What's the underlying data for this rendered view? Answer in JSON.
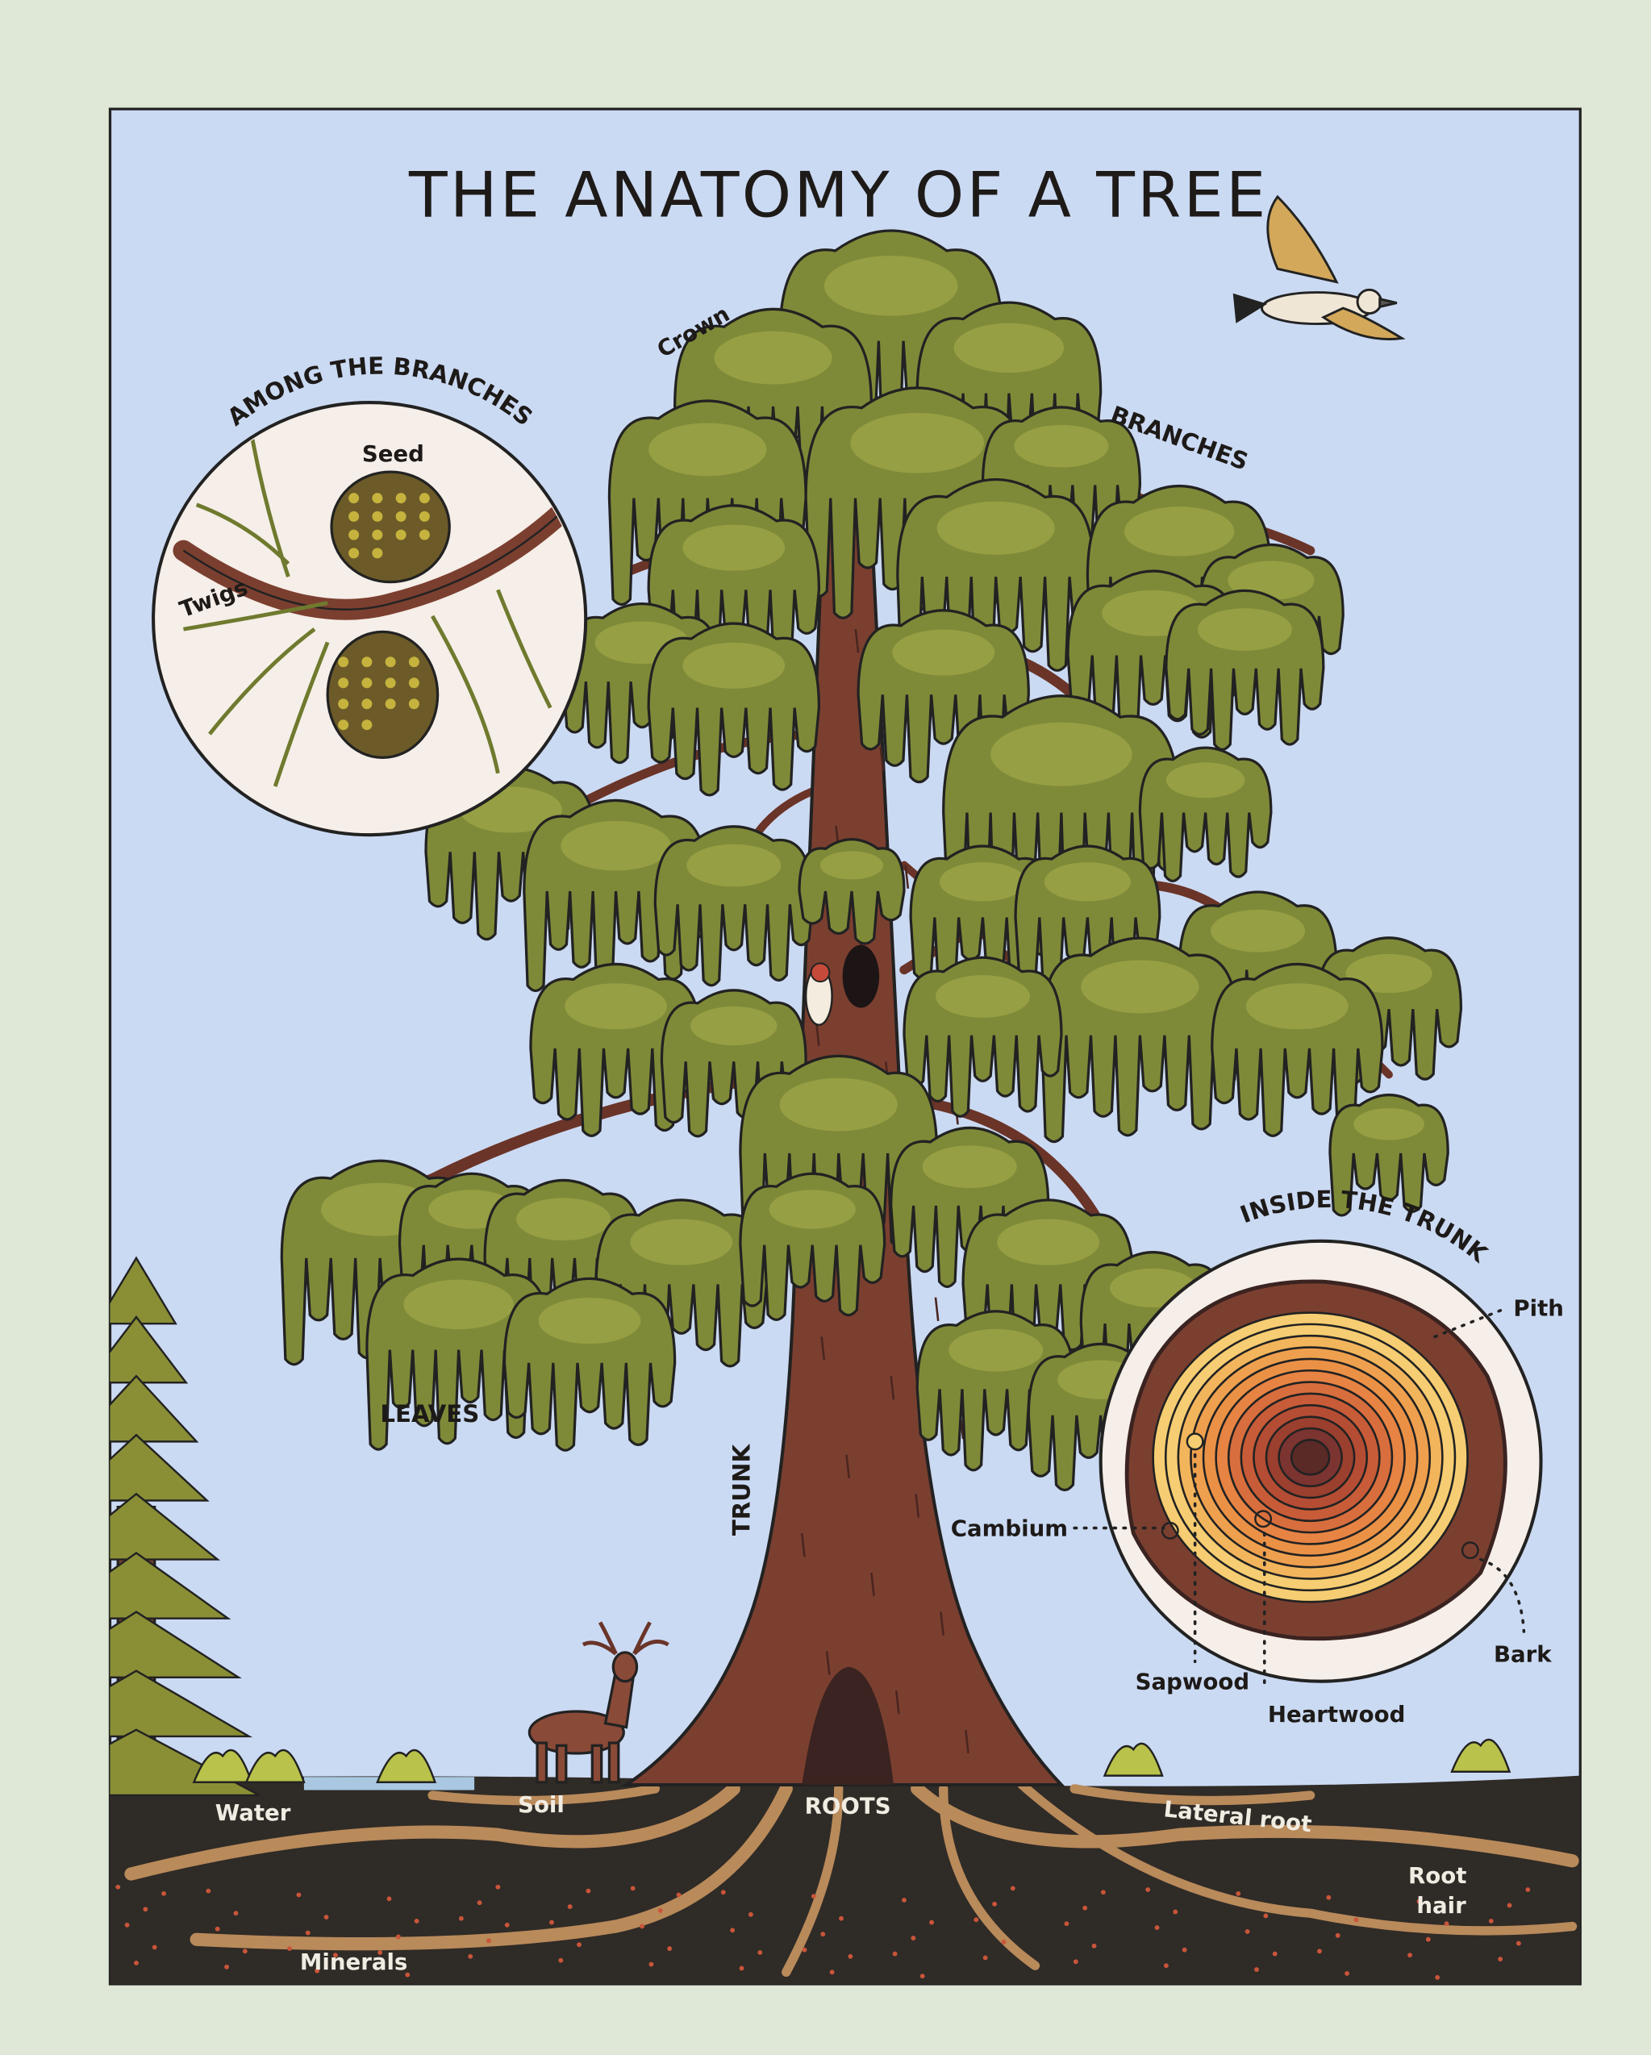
{
  "title": "THE ANATOMY OF A TREE",
  "labels": {
    "crown": "Crown",
    "branches": "BRANCHES",
    "leaves": "LEAVES",
    "trunk": "TRUNK"
  },
  "among_the_branches": {
    "heading": "AMONG THE BRANCHES",
    "seed": "Seed",
    "twigs": "Twigs"
  },
  "inside_the_trunk": {
    "heading": "INSIDE THE TRUNK",
    "pith": "Pith",
    "cambium": "Cambium",
    "sapwood": "Sapwood",
    "heartwood": "Heartwood",
    "bark": "Bark"
  },
  "underground": {
    "water": "Water",
    "soil": "Soil",
    "roots": "ROOTS",
    "lateral_root": "Lateral root",
    "root_hair_line1": "Root",
    "root_hair_line2": "hair",
    "minerals": "Minerals"
  },
  "colors": {
    "page": "#dfe8d6",
    "sky": "#cbdaf3",
    "soil": "#2f2b27",
    "trunk": "#7b3f30",
    "foliage": "#7f8a38",
    "foliage_light": "#a6ad4c",
    "root": "#b98a5a"
  }
}
